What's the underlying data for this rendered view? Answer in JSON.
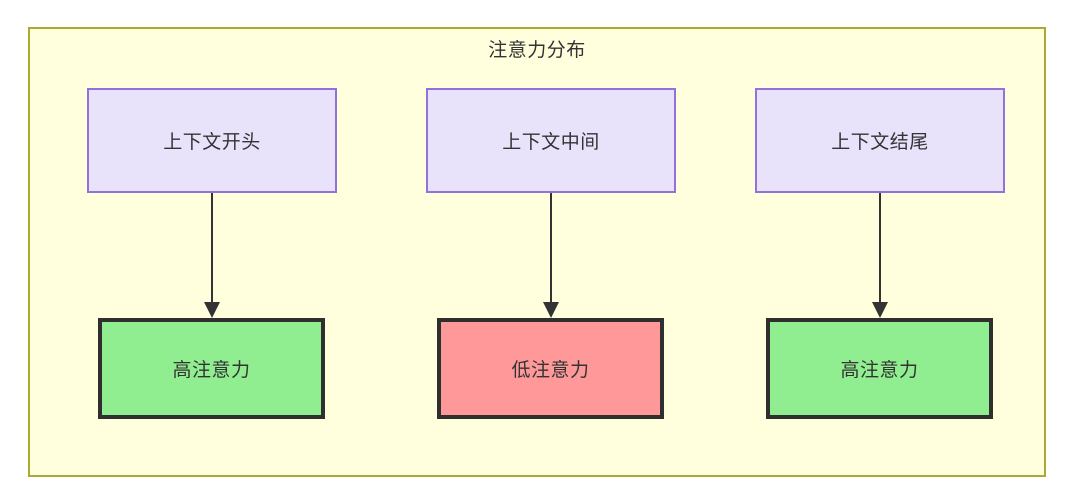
{
  "diagram": {
    "title": "注意力分布",
    "background_color": "#ffffdd",
    "border_color": "#aaaa33",
    "nodes": {
      "context_start": {
        "label": "上下文开头",
        "fill": "#e8e3fb",
        "stroke": "#9370db"
      },
      "context_middle": {
        "label": "上下文中间",
        "fill": "#e8e3fb",
        "stroke": "#9370db"
      },
      "context_end": {
        "label": "上下文结尾",
        "fill": "#e8e3fb",
        "stroke": "#9370db"
      },
      "attention_high_start": {
        "label": "高注意力",
        "fill": "#90ee90",
        "stroke": "#2f2f2f"
      },
      "attention_low_middle": {
        "label": "低注意力",
        "fill": "#ff9999",
        "stroke": "#2f2f2f"
      },
      "attention_high_end": {
        "label": "高注意力",
        "fill": "#90ee90",
        "stroke": "#2f2f2f"
      }
    },
    "edges": [
      {
        "from": "context_start",
        "to": "attention_high_start",
        "label": ""
      },
      {
        "from": "context_middle",
        "to": "attention_low_middle",
        "label": ""
      },
      {
        "from": "context_end",
        "to": "attention_high_end",
        "label": ""
      }
    ]
  }
}
